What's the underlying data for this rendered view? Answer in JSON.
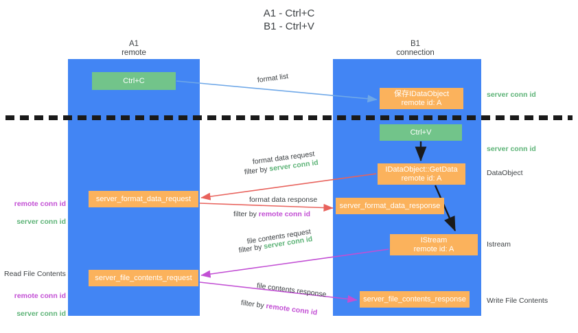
{
  "title": "A1 - Ctrl+C\nB1 - Ctrl+V",
  "colors": {
    "lane": "#4285f4",
    "green_node": "#72c48a",
    "orange_node": "#fbb25c",
    "server_conn_id": "#5db377",
    "remote_conn_id": "#c24fd4",
    "arrow_blue": "#6fa8e8",
    "arrow_red": "#e8625c",
    "arrow_magenta": "#c24fd4",
    "arrow_black": "#1a1a1a",
    "divider": "#1a1a1a"
  },
  "columns": [
    {
      "name": "A1",
      "sub": "remote"
    },
    {
      "name": "B1",
      "sub": "connection"
    }
  ],
  "nodes": {
    "ctrl_c": "Ctrl+C",
    "data_object": "保存IDataObject\nremote id: A",
    "ctrl_v": "Ctrl+V",
    "get_data": "IDataObject::GetData\nremote id: A",
    "istream": "IStream\nremote id: A",
    "format_data_request": "server_format_data_request",
    "format_data_response": "server_format_data_response",
    "file_contents_request": "server_file_contents_request",
    "file_contents_response": "server_file_contents_response"
  },
  "edge_labels": {
    "format_list": "format list",
    "format_data_request": "format data request",
    "format_data_request_filter_prefix": "filter by ",
    "format_data_request_filter_value": "server conn id",
    "format_data_response": "format data response",
    "format_data_response_filter_prefix": "filter by ",
    "format_data_response_filter_value": "remote conn id",
    "file_contents_request": "file contents request",
    "file_contents_request_filter_prefix": "filter by ",
    "file_contents_request_filter_value": "server conn id",
    "file_contents_response": "file contents response",
    "file_contents_response_filter_prefix": "filter by ",
    "file_contents_response_filter_value": "remote conn id"
  },
  "right_notes": {
    "server_conn_id_top": "server conn id",
    "server_conn_id_mid": "server conn id",
    "data_object": "DataObject",
    "istream": "Istream",
    "write_file_contents": "Write File Contents"
  },
  "left_notes": {
    "remote_conn_id_1": "remote conn id",
    "server_conn_id_1": "server conn id",
    "read_file_contents": "Read File Contents",
    "remote_conn_id_2": "remote conn id",
    "server_conn_id_2": "server conn id"
  }
}
